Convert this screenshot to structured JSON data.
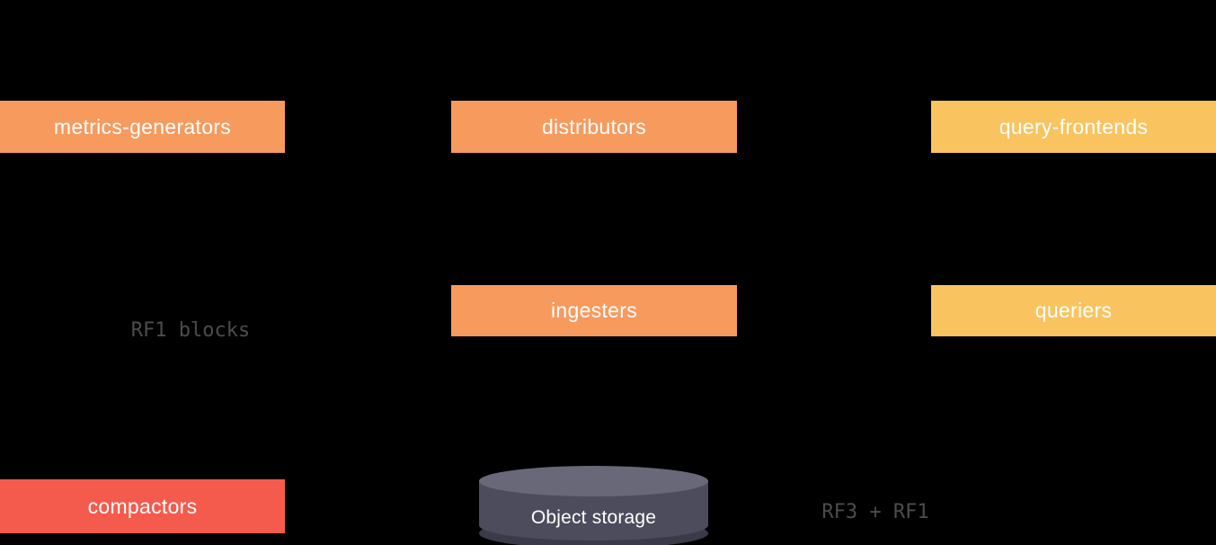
{
  "diagram": {
    "kind": "architecture-diagram",
    "background_color": "#000000",
    "node_text_color": "#FFFFFF"
  },
  "nodes": {
    "metrics_generators": {
      "label": "metrics-generators",
      "color": "#F79A5E"
    },
    "distributors": {
      "label": "distributors",
      "color": "#F79A5E"
    },
    "query_frontends": {
      "label": "query-frontends",
      "color": "#F9C45F"
    },
    "ingesters": {
      "label": "ingesters",
      "color": "#F79A5E"
    },
    "queriers": {
      "label": "queriers",
      "color": "#F9C45F"
    },
    "compactors": {
      "label": "compactors",
      "color": "#F55B4D"
    }
  },
  "storage": {
    "label": "Object storage",
    "top_color": "#696878",
    "body_color": "#4D4C5C",
    "bottom_color": "#3B3A48"
  },
  "annotations": {
    "rf1_blocks": {
      "text": "RF1 blocks",
      "color": "#4C4C4C"
    },
    "rf3_rf1": {
      "text": "RF3 + RF1",
      "color": "#4C4C4C"
    }
  }
}
